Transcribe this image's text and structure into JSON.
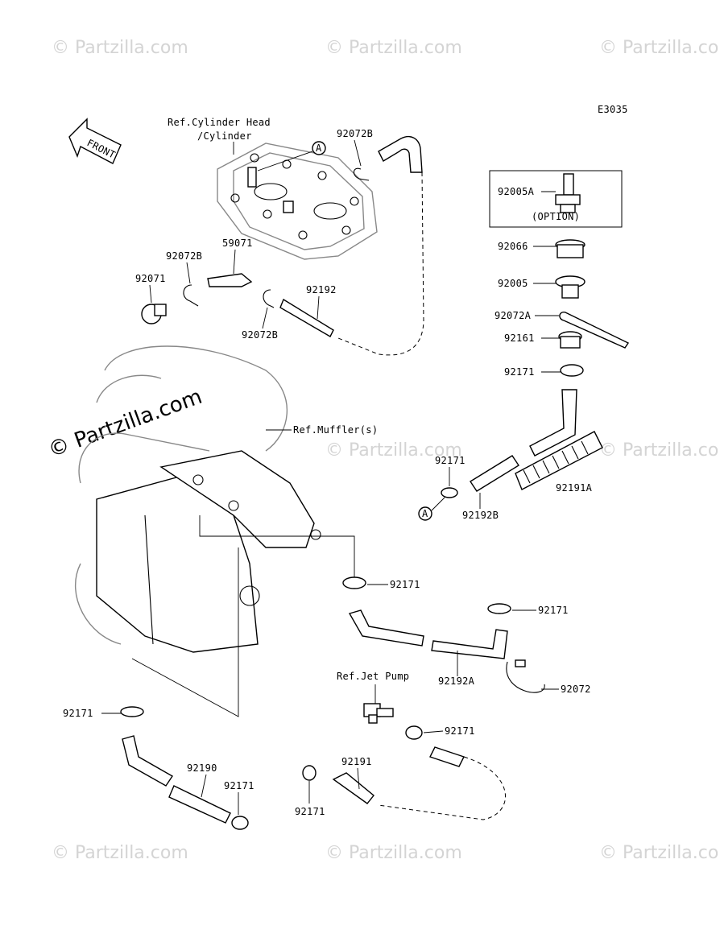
{
  "watermark": {
    "text": "© Partzilla.com"
  },
  "drawing_code": "E3035",
  "direction_arrow": "FRONT",
  "option_box": {
    "part": "92005A",
    "note": "(OPTION)"
  },
  "references": {
    "cylinder_head_line1": "Ref.Cylinder Head",
    "cylinder_head_line2": "/Cylinder",
    "muffler": "Ref.Muffler(s)",
    "jet_pump": "Ref.Jet Pump"
  },
  "callout_letter": "A",
  "parts": {
    "p92072B_top": "92072B",
    "p92072B_left": "92072B",
    "p92072B_mid": "92072B",
    "p59071": "59071",
    "p92071": "92071",
    "p92192": "92192",
    "p92066": "92066",
    "p92005": "92005",
    "p92072A": "92072A",
    "p92161": "92161",
    "p92171_r1": "92171",
    "p92171_r2": "92171",
    "p92192B": "92192B",
    "p92191A": "92191A",
    "p92171_c1": "92171",
    "p92171_c2": "92171",
    "p92192A": "92192A",
    "p92072": "92072",
    "p92171_l1": "92171",
    "p92171_b1": "92171",
    "p92190": "92190",
    "p92171_b2": "92171",
    "p92191": "92191",
    "p92171_b3": "92171"
  }
}
